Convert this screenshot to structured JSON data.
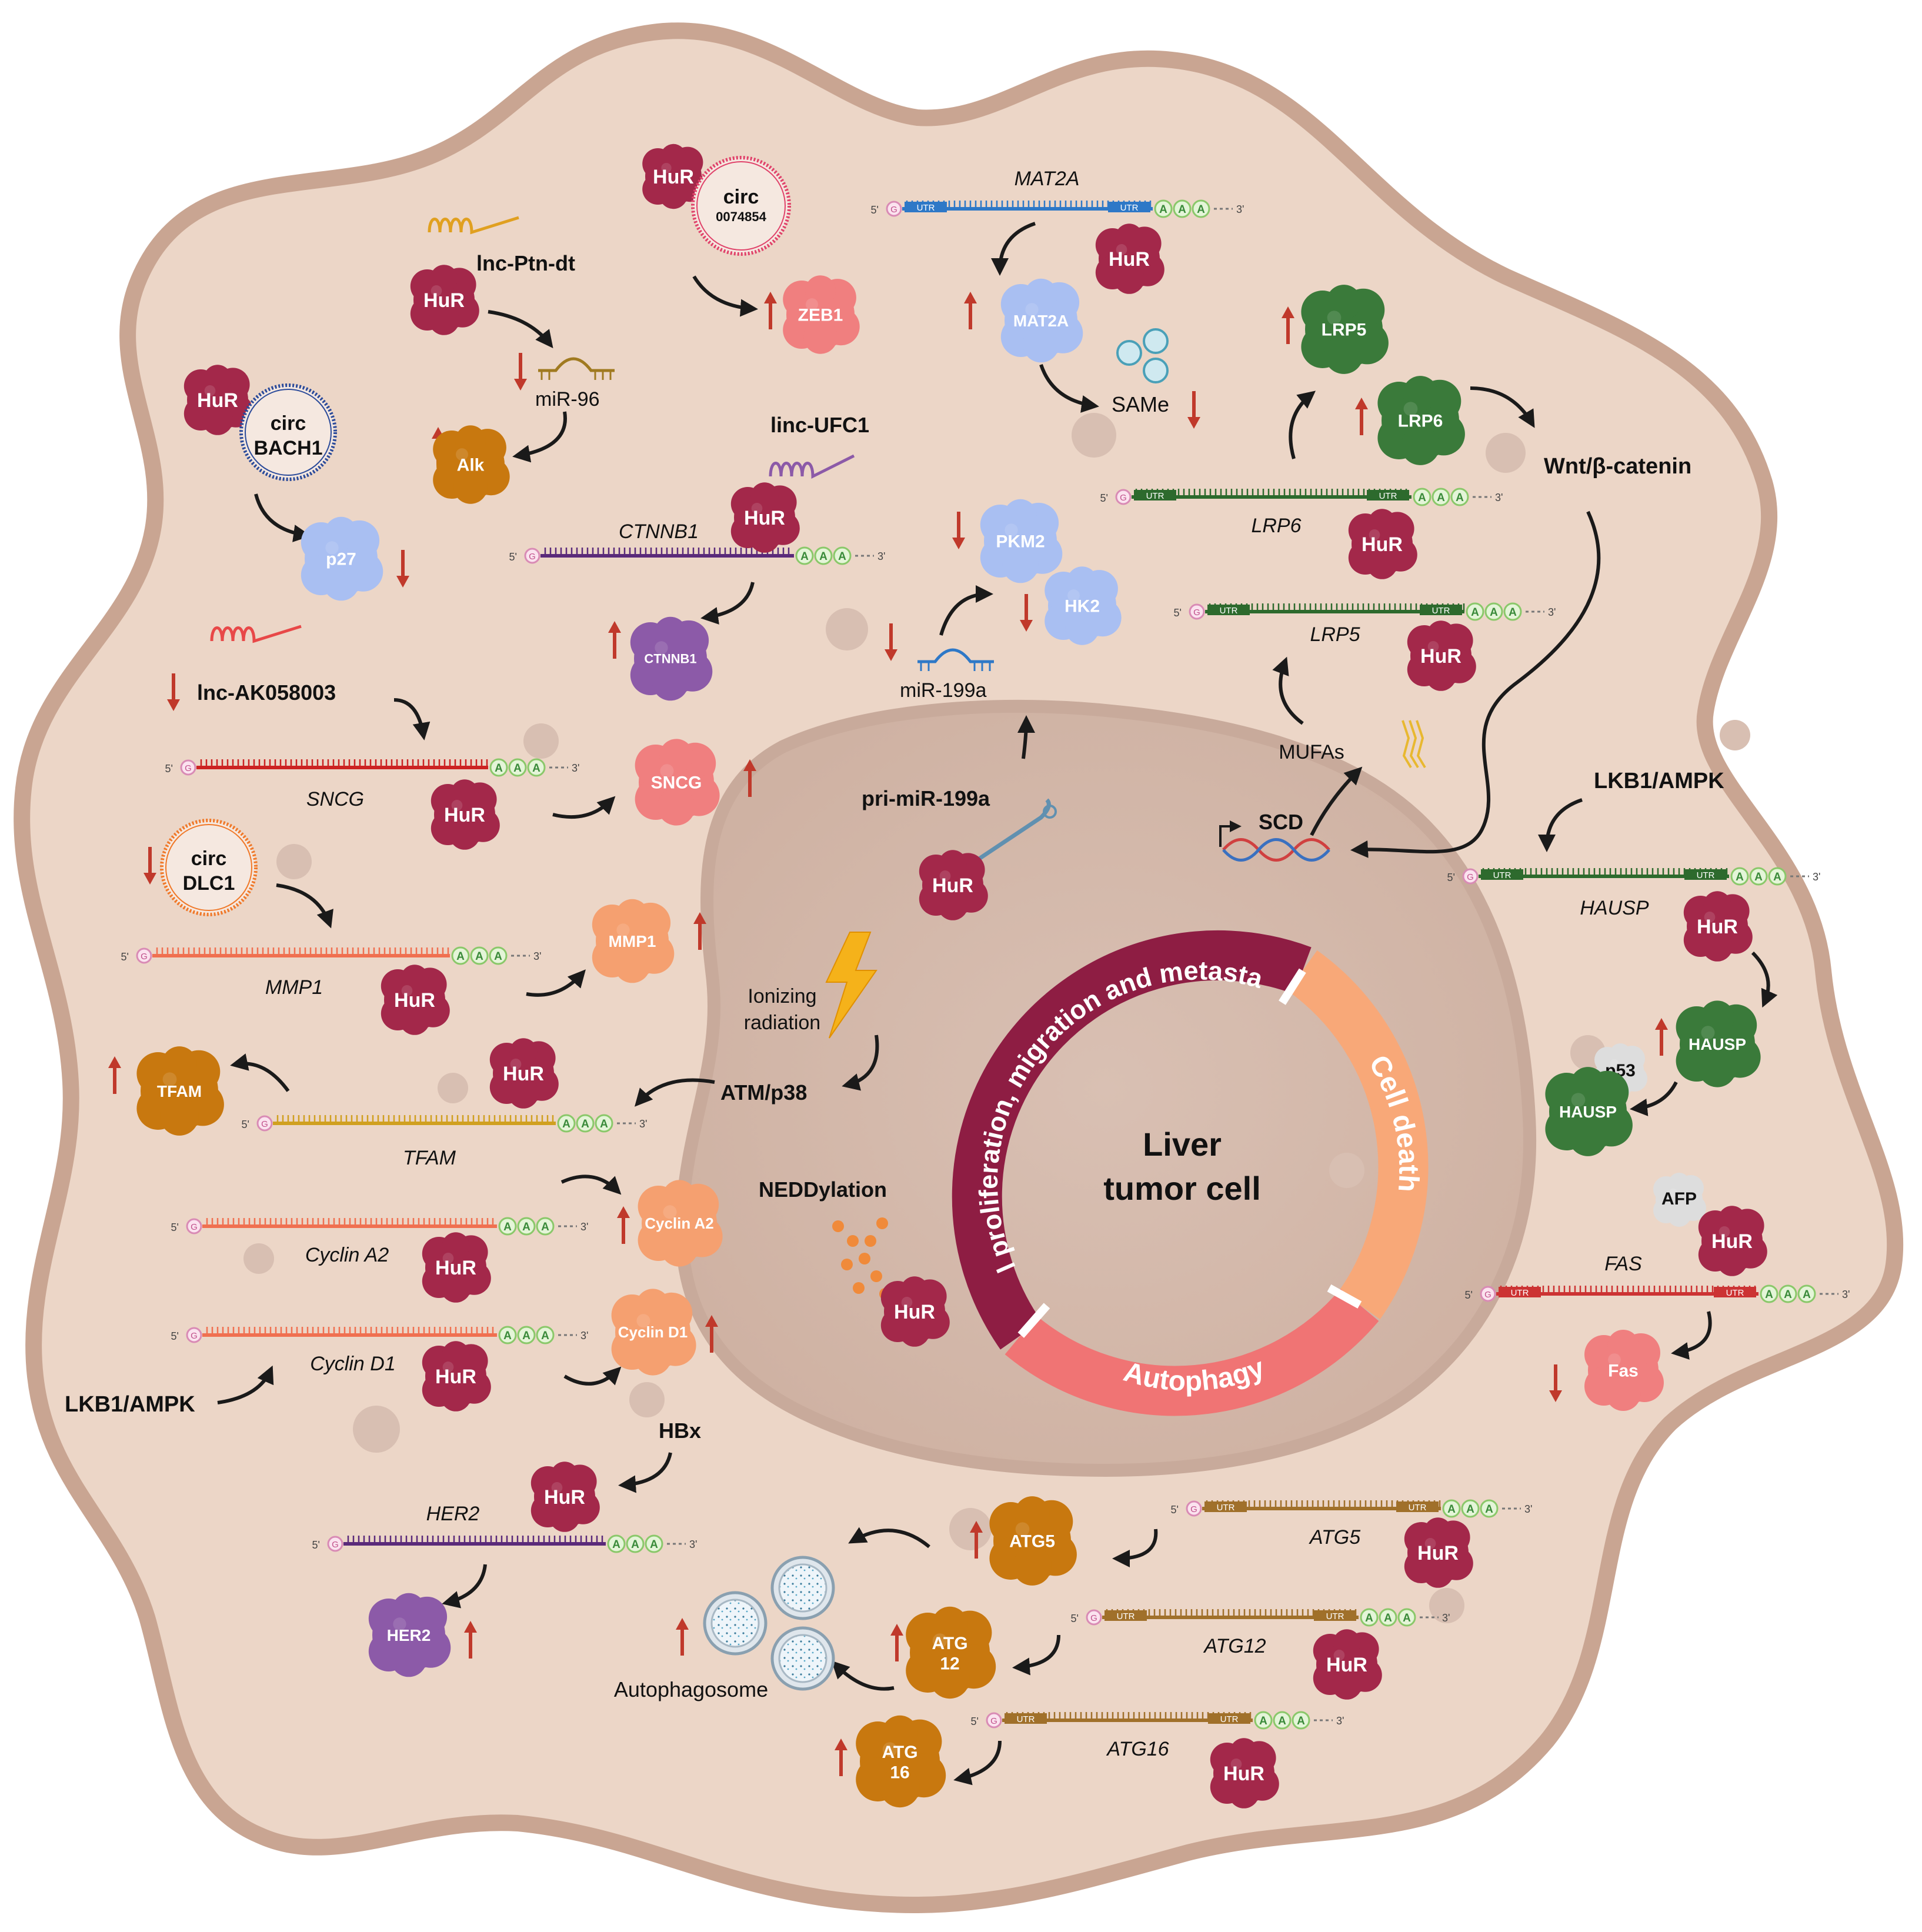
{
  "center": {
    "line1": "Liver",
    "line2": "tumor cell"
  },
  "ring": {
    "prolif": "Cell proliferation, migration and metastasis",
    "death": "Cell death",
    "autophagy": "Autophagy"
  },
  "colors": {
    "cytoplasm": "#ecd6c7",
    "membrane": "#c9a592",
    "nucleus": "#dcc3b6",
    "hur": "#a3284a",
    "prolif": "#8e1d43",
    "death": "#f8a878",
    "autophagy": "#f07474",
    "arrow_red": "#c0392b",
    "blue_protein": "#a9bff2",
    "green_protein": "#3a7a3a",
    "orange_protein": "#c8780f",
    "purple_protein": "#8c5aa8",
    "salmon_protein": "#f07f7f"
  },
  "icons": [
    "hur-protein-icon",
    "circrna-icon",
    "lncrna-icon",
    "mirna-icon",
    "mrna-strand-icon",
    "dna-helix-icon",
    "lightning-icon",
    "autophagosome-icon",
    "up-arrow-icon",
    "down-arrow-icon"
  ],
  "common": {
    "hur": "HuR",
    "five": "5'",
    "three": "3'",
    "g": "G",
    "a": "A",
    "utr": "UTR",
    "circ": "circ"
  },
  "labels": {
    "mat2a_gene": "MAT2A",
    "mat2a_protein": "MAT2A",
    "same": "SAMe",
    "circ_0074854": "0074854",
    "zeb1": "ZEB1",
    "lnc_ptn": "lnc-Ptn-dt",
    "mir96": "miR-96",
    "alk": "Alk",
    "bach1": "BACH1",
    "p27": "p27",
    "linc_ufc1": "linc-UFC1",
    "ctnnb1_gene": "CTNNB1",
    "ctnnb1_protein": "CTNNB1",
    "pkm2": "PKM2",
    "hk2": "HK2",
    "mir199a": "miR-199a",
    "pri_mir199a": "pri-miR-199a",
    "lrp5_protein": "LRP5",
    "lrp6_protein": "LRP6",
    "wnt": "Wnt/β-catenin",
    "lrp6_gene": "LRP6",
    "lrp5_gene": "LRP5",
    "mufas": "MUFAs",
    "scd": "SCD",
    "lkb1_right": "LKB1/AMPK",
    "hausp_gene": "HAUSP",
    "hausp_protein": "HAUSP",
    "p53": "p53",
    "afp": "AFP",
    "fas_gene": "FAS",
    "fas_protein": "Fas",
    "lnc_ak": "lnc-AK058003",
    "sncg_gene": "SNCG",
    "sncg_protein": "SNCG",
    "dlc1": "DLC1",
    "mmp1_gene": "MMP1",
    "mmp1_protein": "MMP1",
    "ionizing1": "Ionizing",
    "ionizing2": "radiation",
    "atm": "ATM/p38",
    "tfam_gene": "TFAM",
    "tfam_protein": "TFAM",
    "neddylation": "NEDDylation",
    "cyclina2_gene": "Cyclin A2",
    "cyclina2_protein": "Cyclin A2",
    "cyclind1_gene": "Cyclin D1",
    "cyclind1_protein": "Cyclin D1",
    "lkb1_left": "LKB1/AMPK",
    "hbx": "HBx",
    "her2_gene": "HER2",
    "her2_protein": "HER2",
    "atg5_gene": "ATG5",
    "atg5_protein": "ATG5",
    "atg12_gene": "ATG12",
    "atg12_protein_a": "ATG",
    "atg12_protein_b": "12",
    "atg16_gene": "ATG16",
    "atg16_protein_a": "ATG",
    "atg16_protein_b": "16",
    "autophagosome": "Autophagosome"
  }
}
